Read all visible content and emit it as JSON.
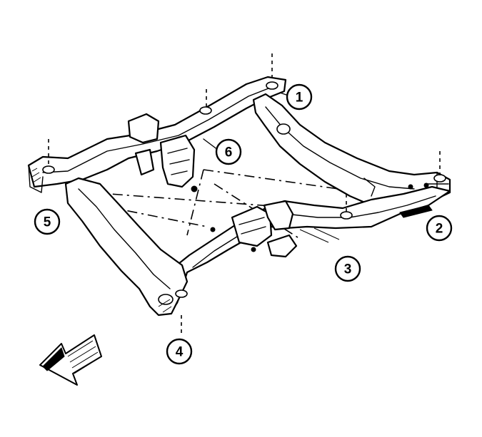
{
  "callouts": [
    {
      "id": "1",
      "label": "1"
    },
    {
      "id": "2",
      "label": "2"
    },
    {
      "id": "3",
      "label": "3"
    },
    {
      "id": "4",
      "label": "4"
    },
    {
      "id": "5",
      "label": "5"
    },
    {
      "id": "6",
      "label": "6"
    }
  ],
  "colors": {
    "line": "#000000",
    "background": "#ffffff"
  },
  "icons": {
    "direction_arrow": "front-direction-arrow-icon"
  }
}
